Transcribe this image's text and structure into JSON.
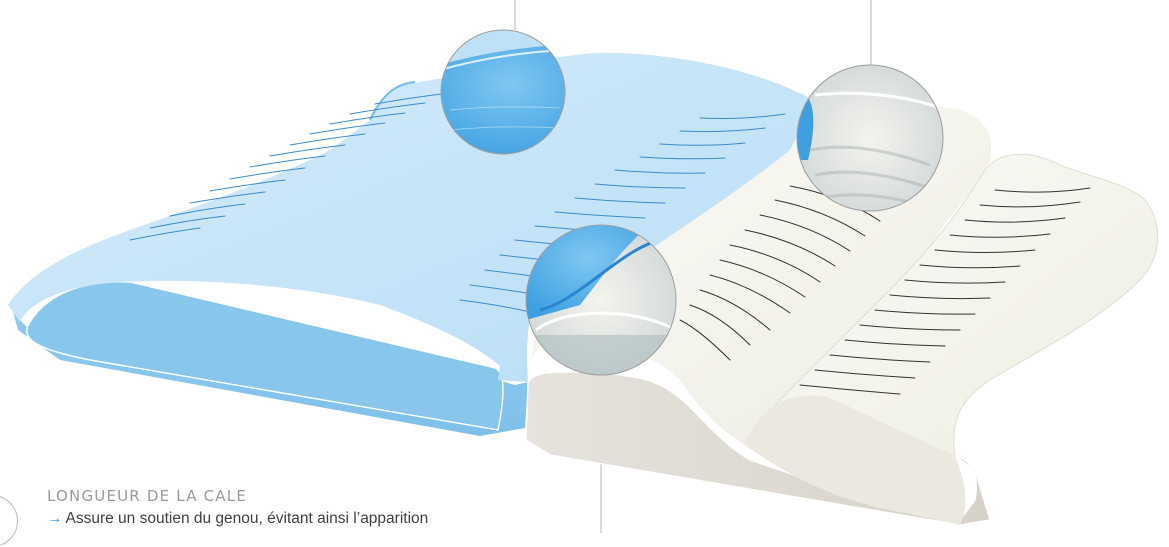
{
  "annotation": {
    "title": "LONGUEUR DE LA CALE",
    "arrow_glyph": "→",
    "text": "Assure un soutien du genou, évitant ainsi l’apparition"
  },
  "colors": {
    "foam_blue": "#8ec9ee",
    "foam_blue_dark": "#5fb0e6",
    "foam_cream": "#f3f2ea",
    "foam_base_gray": "#dedad3",
    "guide_line": "#b5b5b5",
    "accent_arrow": "#2a9de2",
    "title_gray": "#9a9a9a"
  },
  "icons": [
    "arrow-right-icon",
    "magnifier-circle"
  ]
}
